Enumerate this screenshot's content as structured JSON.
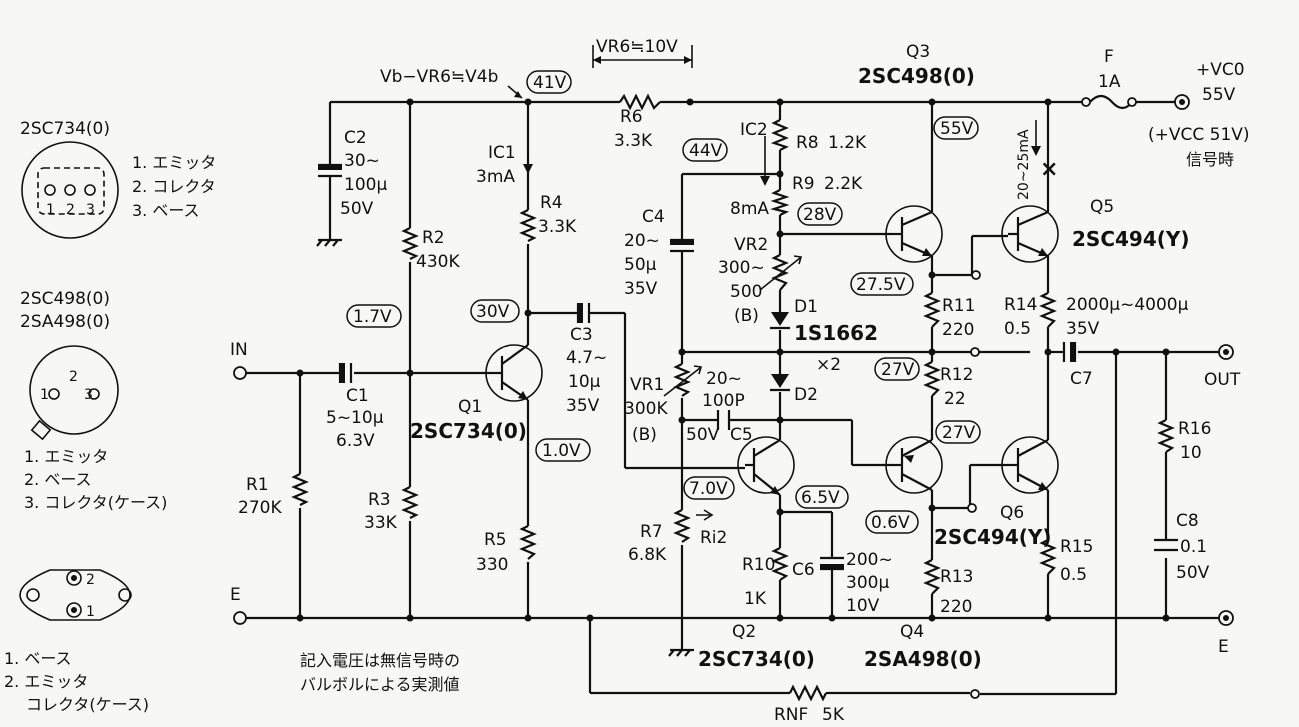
{
  "pinouts": {
    "p1": {
      "title": "2SC734(0)",
      "pins": [
        "1",
        "2",
        "3"
      ],
      "legend": [
        "1. エミッタ",
        "2. コレクタ",
        "3. ベース"
      ]
    },
    "p2": {
      "title1": "2SC498(0)",
      "title2": "2SA498(0)",
      "pins": [
        "1",
        "2",
        "3"
      ],
      "legend": [
        "1. エミッタ",
        "2. ベース",
        "3. コレクタ(ケース)"
      ]
    },
    "p3": {
      "pins": [
        "2",
        "1"
      ],
      "legend": [
        "1. ベース",
        "2. エミッタ",
        "コレクタ(ケース)"
      ]
    }
  },
  "labels": {
    "vb_eq": "Vb−VR6≒V4b",
    "vr6": "VR6≒10V",
    "q3_name": "Q3",
    "q3_part": "2SC498(0)",
    "fuse": "F",
    "fuse_val": "1A",
    "vcc_label": "+VC0",
    "vcc_val": "55V",
    "vcc_sig1": "(+VCC 51V)",
    "vcc_sig2": "信号時",
    "in": "IN",
    "out": "OUT",
    "e_left": "E",
    "e_right": "E",
    "c1": "C1",
    "c1_v1": "5~10μ",
    "c1_v2": "6.3V",
    "c2": "C2",
    "c2_v1": "30~",
    "c2_v2": "100μ",
    "c2_v3": "50V",
    "r1": "R1",
    "r1_v": "270K",
    "r2": "R2",
    "r2_v": "430K",
    "r3": "R3",
    "r3_v": "33K",
    "ic1": "IC1",
    "ic1_v": "3mA",
    "r4": "R4",
    "r4_v": "3.3K",
    "r5": "R5",
    "r5_v": "330",
    "q1": "Q1",
    "q1_part": "2SC734(0)",
    "c3": "C3",
    "c3_v1": "4.7~",
    "c3_v2": "10μ",
    "c3_v3": "35V",
    "r6": "R6",
    "r6_v": "3.3K",
    "c4": "C4",
    "c4_v1": "20~",
    "c4_v2": "50μ",
    "c4_v3": "35V",
    "vr1": "VR1",
    "vr1_v": "300K",
    "vr1_b": "(B)",
    "c5": "C5",
    "c5_v1": "20~",
    "c5_v2": "100P",
    "c5_v3": "50V",
    "r7": "R7",
    "r7_v": "6.8K",
    "ri2": "Ri2",
    "ic2": "IC2",
    "r8": "R8",
    "r8_v": "1.2K",
    "r9": "R9",
    "r9_v": "2.2K",
    "ic2_v": "8mA",
    "vr2": "VR2",
    "vr2_v1": "300~",
    "vr2_v2": "500",
    "vr2_b": "(B)",
    "d1": "D1",
    "d_part": "1S1662",
    "d_x2": "×2",
    "d2": "D2",
    "r10": "R10",
    "r10_v": "1K",
    "c6": "C6",
    "c6_v1": "200~",
    "c6_v2": "300μ",
    "c6_v3": "10V",
    "q2": "Q2",
    "q2_part": "2SC734(0)",
    "q4": "Q4",
    "q4_part": "2SA498(0)",
    "r11": "R11",
    "r11_v": "220",
    "r12": "R12",
    "r12_v": "22",
    "r13": "R13",
    "r13_v": "220",
    "r14": "R14",
    "r14_v": "0.5",
    "r15": "R15",
    "r15_v": "0.5",
    "r16": "R16",
    "r16_v": "10",
    "q5": "Q5",
    "q5_part": "2SC494(Y)",
    "q6": "Q6",
    "q6_part": "2SC494(Y)",
    "q5_cur": "20~25mA",
    "c7": "C7",
    "c7_v1": "2000μ~4000μ",
    "c7_v2": "35V",
    "c8": "C8",
    "c8_v1": "0.1",
    "c8_v2": "50V",
    "rnf": "RNF",
    "rnf_v": "5K",
    "note1": "記入電圧は無信号時の",
    "note2": "バルボルによる実測値"
  },
  "voltages": {
    "v41": "41V",
    "v44": "44V",
    "v55": "55V",
    "v28": "28V",
    "v275": "27.5V",
    "v27a": "27V",
    "v27b": "27V",
    "v17": "1.7V",
    "v30": "30V",
    "v10": "1.0V",
    "v70": "7.0V",
    "v65": "6.5V",
    "v06": "0.6V"
  }
}
